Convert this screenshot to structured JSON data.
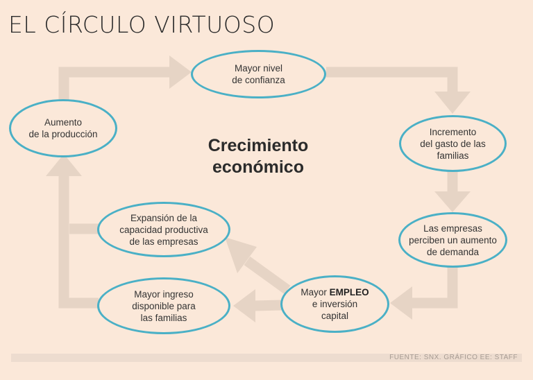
{
  "title": "EL CÍRCULO VIRTUOSO",
  "center_label": "Crecimiento\neconómico",
  "nodes": {
    "confidence": "Mayor nivel\nde confianza",
    "spending": "Incremento\ndel gasto de las\nfamilias",
    "demand": "Las empresas\nperciben un aumento\nde demanda",
    "employment_pre": "Mayor ",
    "employment_bold": "EMPLEO",
    "employment_post": "\ne inversión\ncapital",
    "income": "Mayor ingreso\ndisponible para\nlas familias",
    "capacity": "Expansión de la\ncapacidad productiva\nde las empresas",
    "production": "Aumento\nde la producción"
  },
  "source": "FUENTE: SNX. GRÁFICO EE: STAFF",
  "colors": {
    "background": "#fbe8d9",
    "node_border": "#4ab0c6",
    "arrow": "#e6d4c5"
  }
}
